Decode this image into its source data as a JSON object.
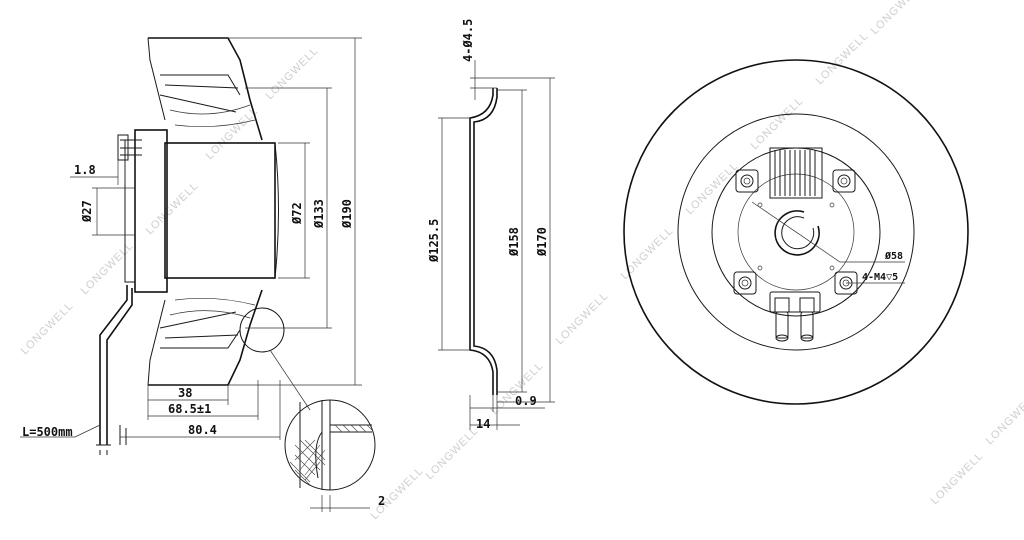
{
  "diagram": {
    "watermark": "LONGWELL",
    "side_view": {
      "cable_length": "L=500mm",
      "dim_1_8": "1.8",
      "dim_phi27": "Ø27",
      "dim_phi72": "Ø72",
      "dim_phi133": "Ø133",
      "dim_phi190": "Ø190",
      "dim_38": "38",
      "dim_68_5": "68.5±1",
      "dim_80_4": "80.4",
      "detail_dim_2": "2"
    },
    "section_view": {
      "dim_holes": "4-Ø4.5",
      "dim_phi125_5": "Ø125.5",
      "dim_phi158": "Ø158",
      "dim_phi170": "Ø170",
      "dim_0_9": "0.9",
      "dim_14": "14"
    },
    "front_view": {
      "dim_phi58": "Ø58",
      "dim_thread": "4-M4▽5"
    }
  }
}
